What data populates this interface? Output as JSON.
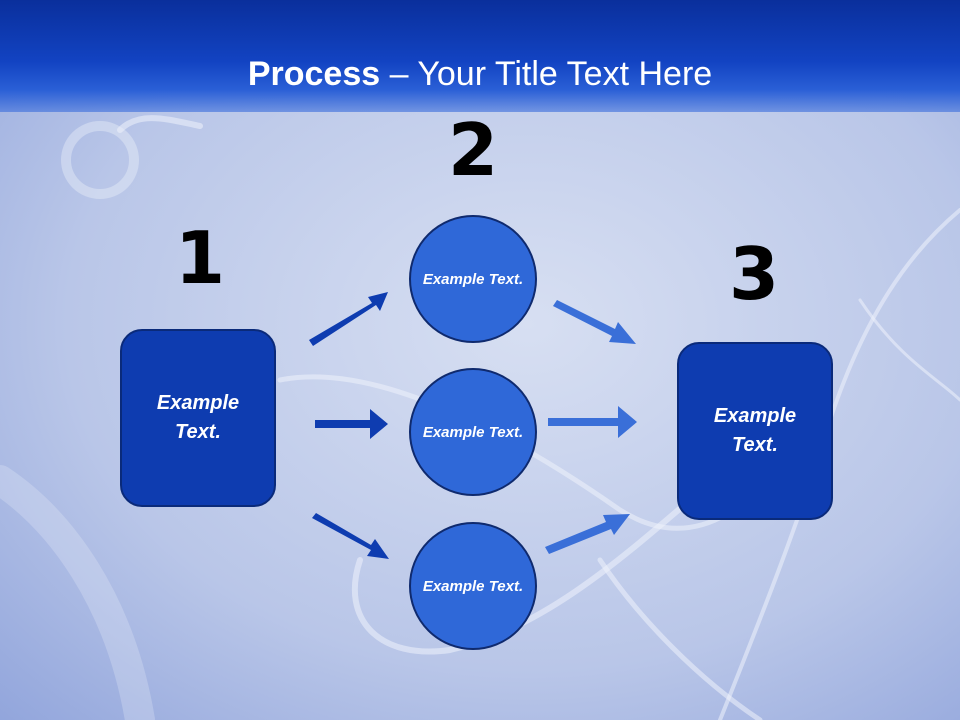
{
  "slide": {
    "title_bold": "Process",
    "title_rest": " – Your Title Text Here"
  },
  "steps": {
    "step1": {
      "number": "1",
      "text": "Example Text."
    },
    "step2": {
      "number": "2",
      "circles": [
        {
          "text": "Example Text."
        },
        {
          "text": "Example Text."
        },
        {
          "text": "Example Text."
        }
      ]
    },
    "step3": {
      "number": "3",
      "text": "Example Text."
    }
  },
  "colors": {
    "header": "#1243c2",
    "box_fill": "#0e3cb0",
    "circle_fill": "#2f68d8",
    "arrow_left": "#0e3cb0",
    "arrow_right": "#3a6fd8"
  }
}
